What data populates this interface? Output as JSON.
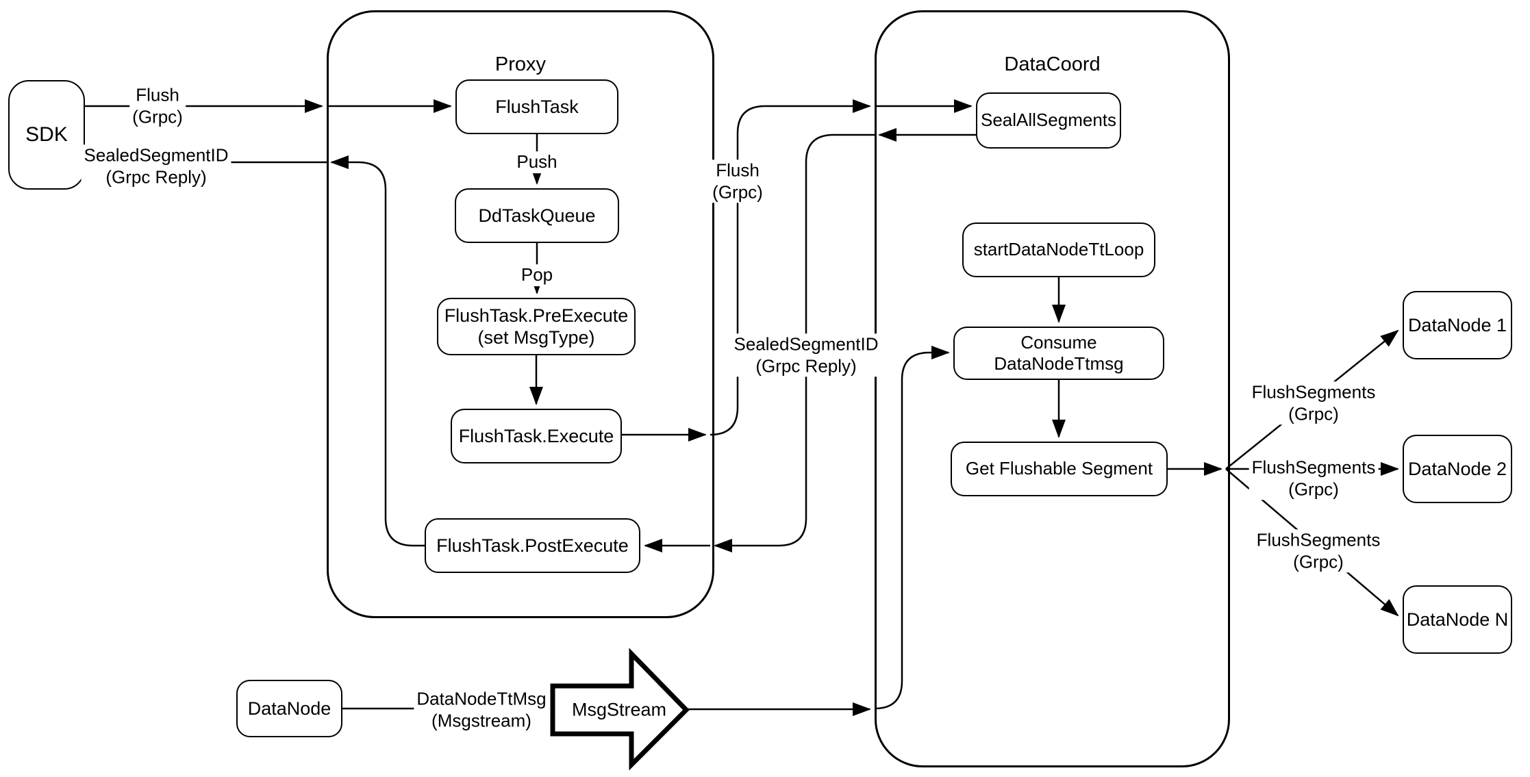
{
  "colors": {
    "background": "#ffffff",
    "stroke": "#000000",
    "shape_fill": "#ffffff"
  },
  "containers": {
    "proxy": {
      "label": "Proxy"
    },
    "datacoord": {
      "label": "DataCoord"
    }
  },
  "nodes": {
    "sdk": {
      "label": "SDK"
    },
    "flush_task": {
      "label": "FlushTask"
    },
    "dd_task_queue": {
      "label": "DdTaskQueue"
    },
    "pre_execute": {
      "line1": "FlushTask.PreExecute",
      "line2": "(set MsgType)"
    },
    "execute": {
      "label": "FlushTask.Execute"
    },
    "post_execute": {
      "label": "FlushTask.PostExecute"
    },
    "seal_all_segments": {
      "label": "SealAllSegments"
    },
    "start_data_node_tt_loop": {
      "label": "startDataNodeTtLoop"
    },
    "consume_data_node_ttmsg": {
      "label": "Consume DataNodeTtmsg"
    },
    "get_flushable_segment": {
      "label": "Get Flushable Segment"
    },
    "datanode_1": {
      "label": "DataNode 1"
    },
    "datanode_2": {
      "label": "DataNode 2"
    },
    "datanode_n": {
      "label": "DataNode N"
    },
    "datanode": {
      "label": "DataNode"
    },
    "msgstream": {
      "label": "MsgStream"
    }
  },
  "edge_labels": {
    "flush_sdk_to_proxy": {
      "line1": "Flush",
      "line2": "(Grpc)"
    },
    "sealed_proxy_to_sdk": {
      "line1": "SealedSegmentID",
      "line2": "(Grpc Reply)"
    },
    "push": {
      "label": "Push"
    },
    "pop": {
      "label": "Pop"
    },
    "flush_proxy_to_datacoord": {
      "line1": "Flush",
      "line2": "(Grpc)"
    },
    "sealed_datacoord_to_proxy": {
      "line1": "SealedSegmentID",
      "line2": "(Grpc Reply)"
    },
    "flush_segments_1": {
      "line1": "FlushSegments",
      "line2": "(Grpc)"
    },
    "flush_segments_2": {
      "line1": "FlushSegments",
      "line2": "(Grpc)"
    },
    "flush_segments_3": {
      "line1": "FlushSegments",
      "line2": "(Grpc)"
    },
    "datanode_tt_msg": {
      "line1": "DataNodeTtMsg",
      "line2": "(Msgstream)"
    }
  }
}
